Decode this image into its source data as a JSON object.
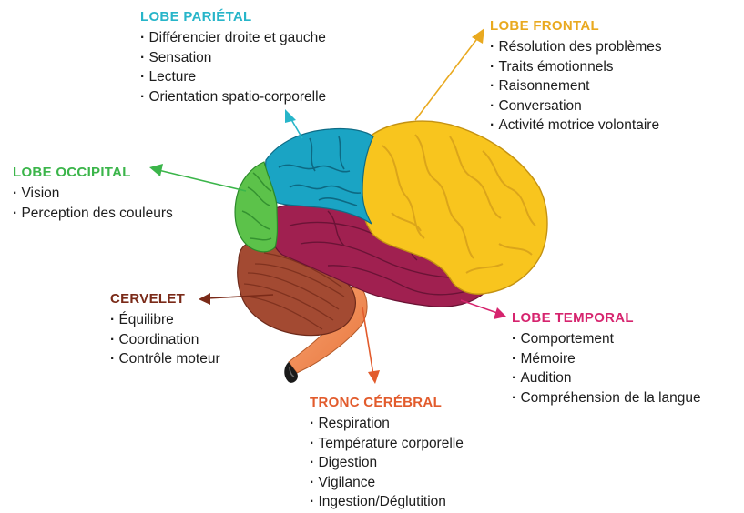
{
  "lobes": [
    {
      "key": "parietal",
      "title": "LOBE PARIÉTAL",
      "color": "#27b5c9",
      "items": [
        "Différencier droite et gauche",
        "Sensation",
        "Lecture",
        "Orientation spatio-corporelle"
      ]
    },
    {
      "key": "frontal",
      "title": "LOBE FRONTAL",
      "color": "#e9a91f",
      "items": [
        "Résolution des problèmes",
        "Traits émotionnels",
        "Raisonnement",
        "Conversation",
        "Activité motrice volontaire"
      ]
    },
    {
      "key": "occipital",
      "title": "LOBE OCCIPITAL",
      "color": "#3bb54a",
      "items": [
        "Vision",
        "Perception des couleurs"
      ]
    },
    {
      "key": "cervelet",
      "title": "CERVELET",
      "color": "#7a2a18",
      "items": [
        "Équilibre",
        "Coordination",
        "Contrôle moteur"
      ]
    },
    {
      "key": "temporal",
      "title": "LOBE TEMPORAL",
      "color": "#d6246e",
      "items": [
        "Comportement",
        "Mémoire",
        "Audition",
        "Compréhension de la langue"
      ]
    },
    {
      "key": "tronc",
      "title": "TRONC CÉRÉBRAL",
      "color": "#e25b2c",
      "items": [
        "Respiration",
        "Température corporelle",
        "Digestion",
        "Vigilance",
        "Ingestion/Déglutition"
      ]
    }
  ],
  "brain_colors": {
    "frontal": "#f8c51e",
    "parietal": "#1aa4c4",
    "occipital": "#5cc24a",
    "temporal": "#a02050",
    "cervelet": "#a34a32",
    "tronc": "#f08a4b"
  }
}
